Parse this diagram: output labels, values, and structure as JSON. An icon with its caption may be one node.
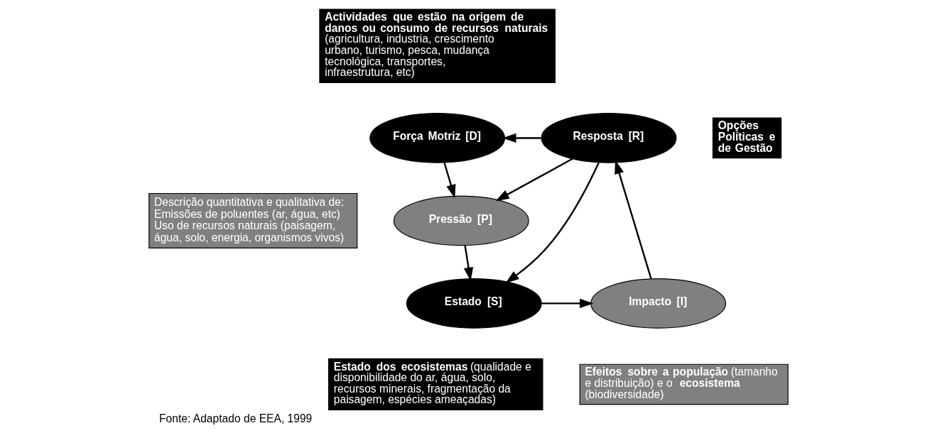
{
  "diagram": {
    "caption": "Fonte: Adaptado de EEA, 1999",
    "nodes": [
      {
        "text": [
          "**Actividades que estão na origem de danos ou consumo de recursos naturais** (agricultura, industria, crescimento urbano, turismo, pesca, mudança tecnológica, transportes, infraestrutura, etc)"
        ]
      },
      {
        "text": [
          "Força Motriz [D]"
        ]
      },
      {
        "text": [
          "Resposta [R]"
        ]
      },
      {
        "text": [
          "Opções Políticas e de Gestão"
        ]
      },
      {
        "text": [
          "Pressão [P]"
        ]
      },
      {
        "text": [
          "Descrição quantitativa e qualitativa de: Emissões de poluentes (ar, água, etc) Uso de recursos naturais (paisagem, água, solo, energia, organismos vivos)"
        ]
      },
      {
        "text": [
          "Estado [S]"
        ]
      },
      {
        "text": [
          "Impacto [I]"
        ]
      },
      {
        "text": [
          "**Efeitos sobre a população** (tamanho e distribuição) e o **ecosistema** (biodiversidade)"
        ]
      },
      {
        "text": [
          "**Estado dos ecosistemas** (qualidade e disponibilidade do ar, água, solo, recursos minerais, fragmentação da paisagem, espécies ameaçadas)"
        ]
      }
    ],
    "edges": [
      {
        "from": 2,
        "to": 1,
        "arrow": "to"
      },
      {
        "from": 1,
        "to": 4,
        "arrow": "to"
      },
      {
        "from": 2,
        "to": 4,
        "arrow": "to"
      },
      {
        "from": 2,
        "to": 6,
        "arrow": "to"
      },
      {
        "from": 4,
        "to": 6,
        "arrow": "to"
      },
      {
        "from": 6,
        "to": 7,
        "arrow": "to"
      },
      {
        "from": 7,
        "to": 2,
        "arrow": "to"
      }
    ]
  }
}
